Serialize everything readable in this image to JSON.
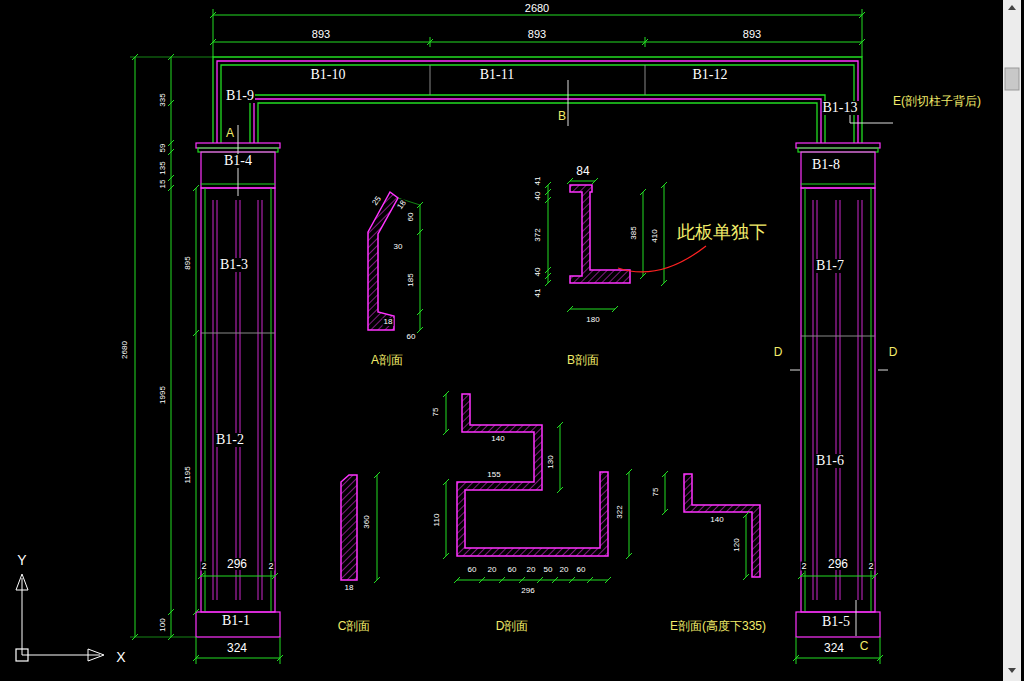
{
  "diagram": {
    "nodes": [
      {
        "text": [
          "B1-9"
        ]
      },
      {
        "text": [
          "B1-10"
        ]
      },
      {
        "text": [
          "B1-11"
        ]
      },
      {
        "text": [
          "B1-12"
        ]
      },
      {
        "text": [
          "B1-13"
        ]
      },
      {
        "text": [
          "B1-4"
        ]
      },
      {
        "text": [
          "B1-8"
        ]
      },
      {
        "text": [
          "B1-3"
        ]
      },
      {
        "text": [
          "B1-7"
        ]
      },
      {
        "text": [
          "B1-2"
        ]
      },
      {
        "text": [
          "B1-6"
        ]
      },
      {
        "text": [
          "B1-1"
        ]
      },
      {
        "text": [
          "B1-5"
        ]
      }
    ],
    "labels": [
      "2680",
      "893",
      "893",
      "893",
      "E(剖切柱子背后)",
      "A",
      "B",
      "此板单独下",
      "335",
      "59",
      "135",
      "15",
      "1995",
      "100",
      "895",
      "1195",
      "2680",
      "296",
      "2",
      "2",
      "324",
      "296",
      "2",
      "2",
      "324",
      "D",
      "D",
      "C",
      "25",
      "18",
      "60",
      "30",
      "185",
      "18",
      "60",
      "A剖面",
      "84",
      "41",
      "40",
      "372",
      "40",
      "41",
      "385",
      "410",
      "180",
      "B剖面",
      "360",
      "18",
      "C剖面",
      "75",
      "140",
      "130",
      "155",
      "110",
      "322",
      "60",
      "20",
      "60",
      "20",
      "50",
      "20",
      "60",
      "296",
      "D剖面",
      "75",
      "140",
      "120",
      "E剖面(高度下335)",
      "Y",
      "X"
    ]
  }
}
